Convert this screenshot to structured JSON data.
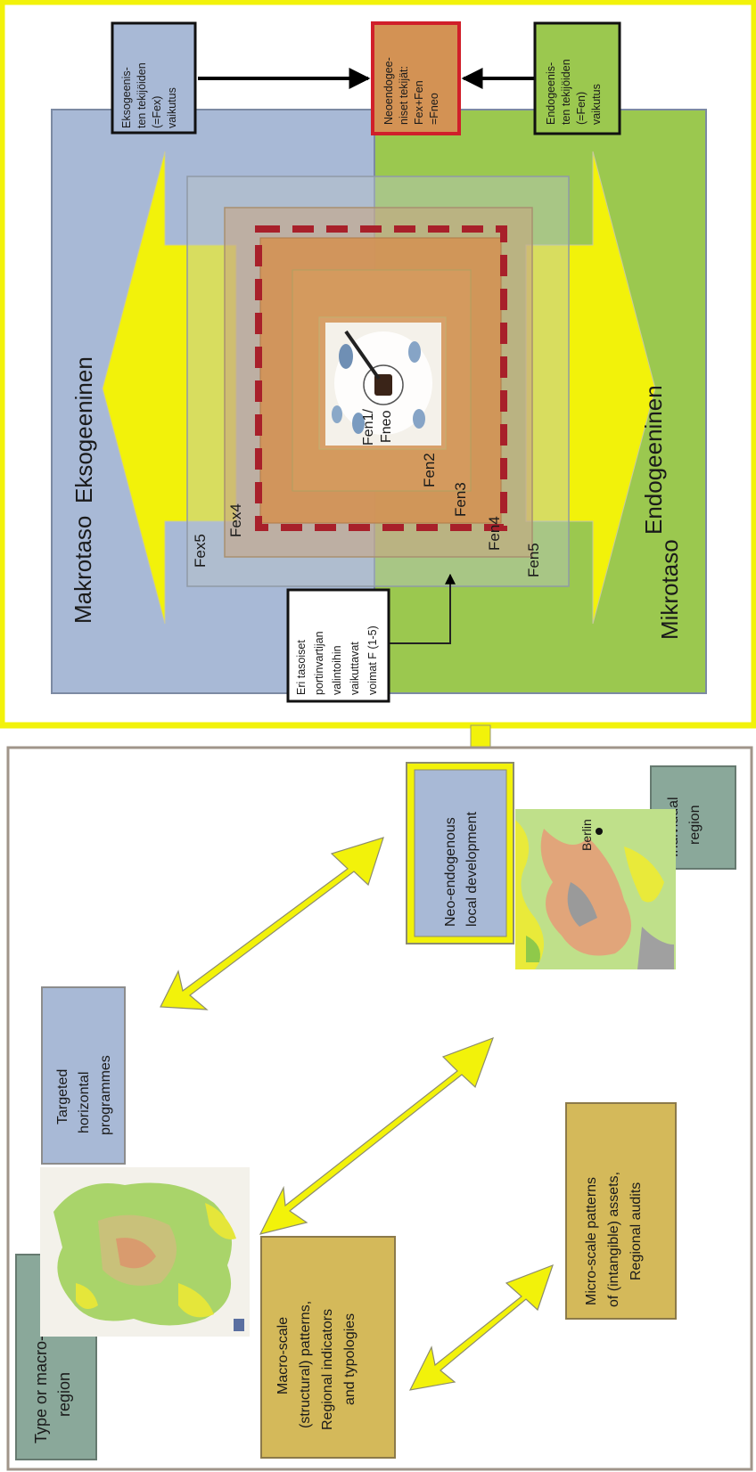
{
  "top_panel": {
    "left_half_label": "Makrotaso",
    "left_half_arrow_label": "Eksogeeninen",
    "right_half_label": "Mikrotaso",
    "right_half_arrow_label": "Endogeeninen",
    "ring_labels": {
      "fex5": "Fex5",
      "fex4": "Fex4",
      "fen2": "Fen2",
      "fen3": "Fen3",
      "fen4": "Fen4",
      "fen5": "Fen5",
      "center_line1": "Fen1/",
      "center_line2": "Fneo"
    },
    "box_exogenous": [
      "Eksogeenis-",
      "ten tekijöiden",
      "(=Fex)",
      "vaikutus"
    ],
    "box_neo": [
      "Neoendogee-",
      "niset tekijät:",
      "Fex+Fen",
      "=Fneo"
    ],
    "box_endogenous": [
      "Endogeenis-",
      "ten tekijöiden",
      "(=Fen)",
      "vaikutus"
    ],
    "box_gatekeeper": [
      "Eri tasoiset",
      "portinvartijan",
      "valintoihin",
      "vaikuttavat",
      "voimat F (1-5)"
    ]
  },
  "bottom_panel": {
    "neo_endogenous": [
      "Neo-endogenous",
      "local development"
    ],
    "individual_region": [
      "Individual",
      "region"
    ],
    "berlin_label": "Berlin",
    "targeted": [
      "Targeted",
      "horizontal",
      "programmes"
    ],
    "macro_scale": [
      "Macro-scale",
      "(structural) patterns,",
      "Regional indicators",
      "and typologies"
    ],
    "micro_scale": [
      "Micro-scale patterns",
      "of (intangible) assets,",
      "Regional audits"
    ],
    "type_macro_region": [
      "Type or macro-",
      "region"
    ]
  },
  "colors": {
    "yellow": "#f2f20a",
    "blue": "#a8b9d6",
    "green": "#9bc84f",
    "orange": "#d39254",
    "olive": "#d4b95a",
    "teal": "#8aa89a",
    "dark_red": "#a8202a"
  }
}
